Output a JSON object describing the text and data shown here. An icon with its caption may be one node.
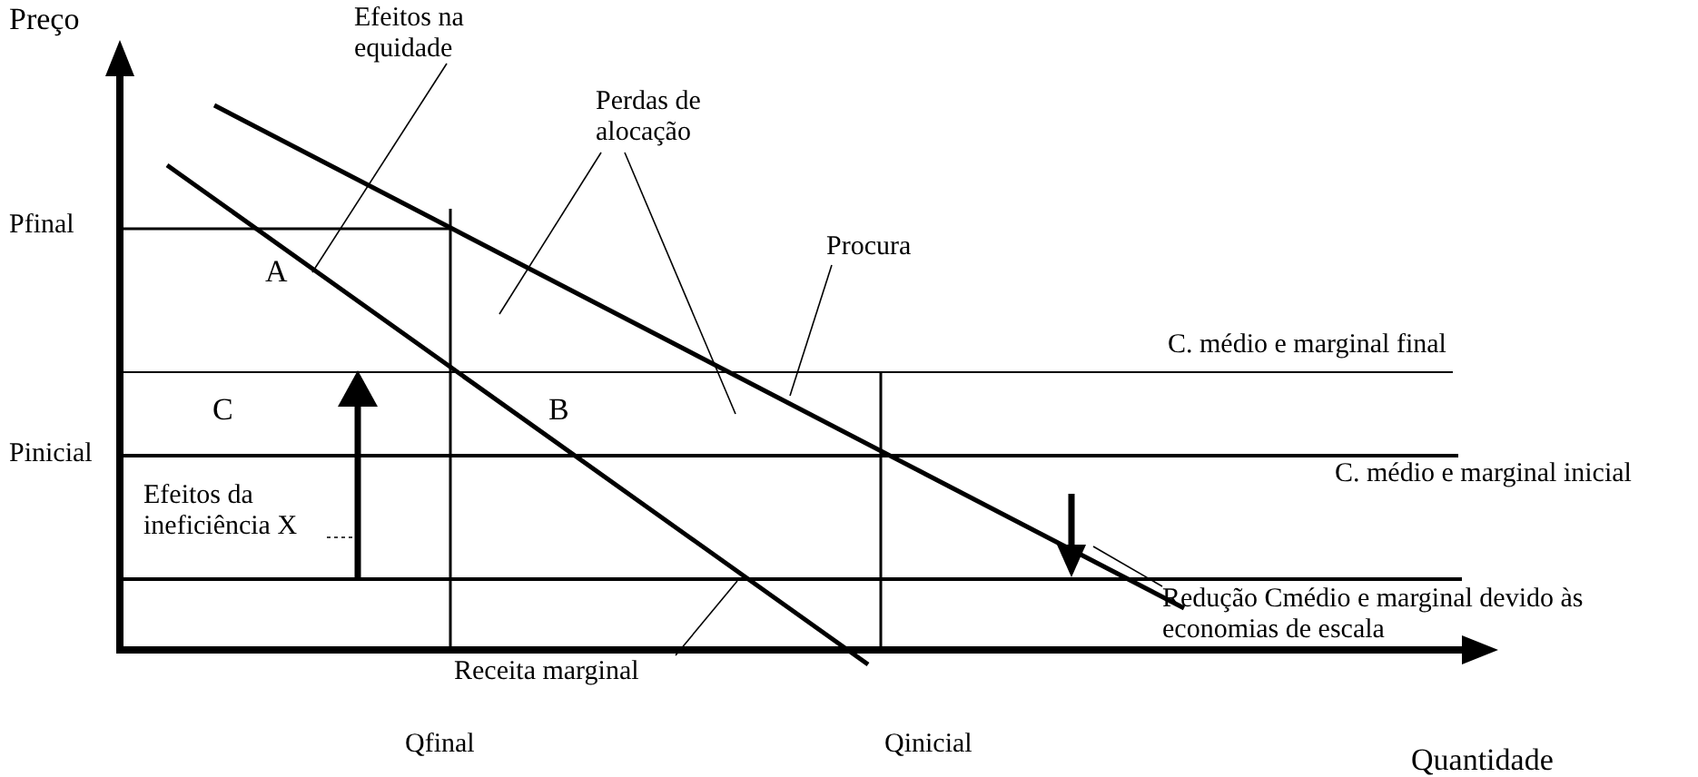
{
  "diagram": {
    "nodes": [
      {
        "text": [
          "Efeitos na equidade"
        ]
      },
      {
        "text": [
          "Perdas de alocação"
        ]
      },
      {
        "text": [
          "Procura"
        ]
      },
      {
        "text": [
          "Receita marginal"
        ]
      },
      {
        "text": [
          "Efeitos da ineficiência X"
        ]
      },
      {
        "text": [
          "Redução Cmédio  e marginal devido às economias de escala"
        ]
      }
    ],
    "edges": [
      {
        "from": 0,
        "to": null,
        "arrow": "none"
      },
      {
        "from": 1,
        "to": null,
        "arrow": "none"
      },
      {
        "from": 1,
        "to": null,
        "arrow": "none"
      },
      {
        "from": 2,
        "to": null,
        "arrow": "none"
      },
      {
        "from": 3,
        "to": null,
        "arrow": "none"
      },
      {
        "from": 4,
        "to": null,
        "arrow": "none",
        "style": "dashed"
      },
      {
        "from": 5,
        "to": null,
        "arrow": "none"
      }
    ],
    "labels": [
      "Preço",
      "Pfinal",
      "A",
      "C. médio e marginal final",
      "C",
      "B",
      "Pinicial",
      "C. médio e marginal inicial",
      "Qfinal",
      "Qinicial",
      "Quantidade"
    ]
  }
}
